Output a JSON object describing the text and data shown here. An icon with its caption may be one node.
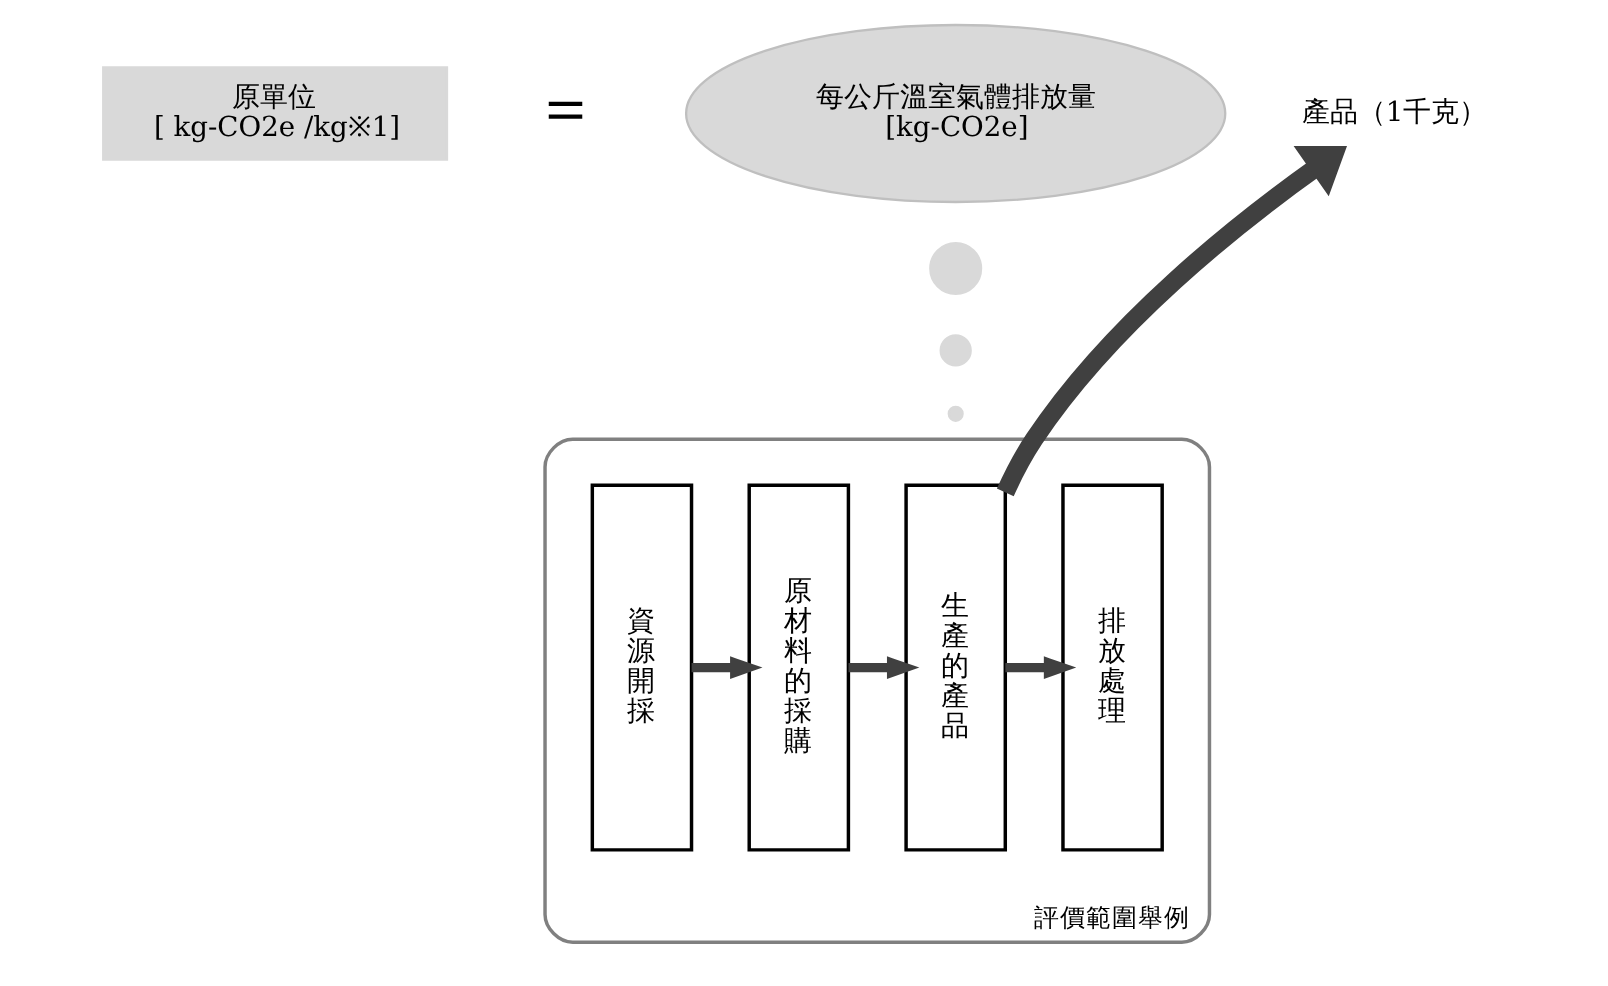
{
  "diagram": {
    "nodes": [
      {
        "text": [
          "原單位",
          "[ kg-CO2e /kg※1]"
        ]
      },
      {
        "text": [
          "每公斤溫室氣體排放量",
          "[kg-CO2e]"
        ]
      },
      {
        "text": [],
        "shape": "circle"
      },
      {
        "text": [],
        "shape": "circle"
      },
      {
        "text": [],
        "shape": "circle"
      },
      {
        "text": [
          "評價範圍舉例"
        ]
      },
      {
        "text": [
          "資源開採"
        ],
        "in": 5
      },
      {
        "text": [
          "原材料的採購"
        ],
        "in": 5
      },
      {
        "text": [
          "生產的產品"
        ],
        "in": 5
      },
      {
        "text": [
          "排放處理"
        ],
        "in": 5
      },
      {
        "text": [
          "產品（1千克）"
        ]
      }
    ],
    "edges": [
      {
        "from": 6,
        "to": 7,
        "arrow": "to"
      },
      {
        "from": 7,
        "to": 8,
        "arrow": "to"
      },
      {
        "from": 8,
        "to": 9,
        "arrow": "to"
      },
      {
        "from": 8,
        "to": 10,
        "arrow": "to",
        "style": "thick"
      }
    ],
    "labels": [
      "＝"
    ]
  }
}
